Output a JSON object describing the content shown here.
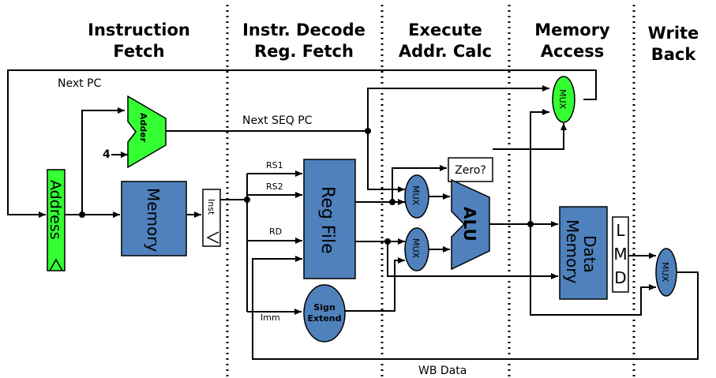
{
  "stages": {
    "fetch": [
      "Instruction",
      "Fetch"
    ],
    "decode": [
      "Instr. Decode",
      "Reg. Fetch"
    ],
    "execute": [
      "Execute",
      "Addr. Calc"
    ],
    "memory": [
      "Memory",
      "Access"
    ],
    "writeback": [
      "Write",
      "Back"
    ]
  },
  "labels": {
    "next_pc": "Next PC",
    "next_seq_pc": "Next SEQ PC",
    "four": "4",
    "rs1": "RS1",
    "rs2": "RS2",
    "rd": "RD",
    "imm": "Imm",
    "wb_data": "WB Data"
  },
  "blocks": {
    "address": "Address",
    "adder": "Adder",
    "memory": "Memory",
    "inst": "Inst",
    "reg_file": "Reg File",
    "sign": "Sign",
    "extend": "Extend",
    "zero": "Zero?",
    "mux": "MUX",
    "alu": "ALU",
    "data": "Data",
    "data_memory": "Memory",
    "lmd_l": "L",
    "lmd_m": "M",
    "lmd_d": "D"
  },
  "colors": {
    "block_fill": "#4f81bd",
    "fetch_fill": "#33ff33"
  }
}
